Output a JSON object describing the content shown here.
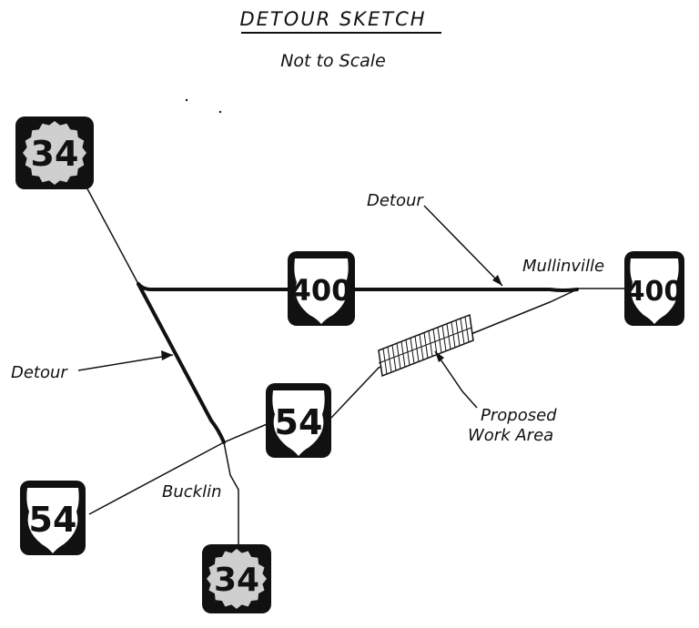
{
  "title": "DETOUR SKETCH",
  "subtitle": "Not to Scale",
  "labels": {
    "detour_top": "Detour",
    "detour_left": "Detour",
    "mullinville": "Mullinville",
    "bucklin": "Bucklin",
    "work_area_line1": "Proposed",
    "work_area_line2": "Work Area"
  },
  "shields": {
    "k34_north": "34",
    "k34_south": "34",
    "us400_west": "400",
    "us400_east": "400",
    "us54_center": "54",
    "us54_west": "54"
  },
  "colors": {
    "line": "#111111",
    "state_shield_fill": "#cfcfcf"
  }
}
